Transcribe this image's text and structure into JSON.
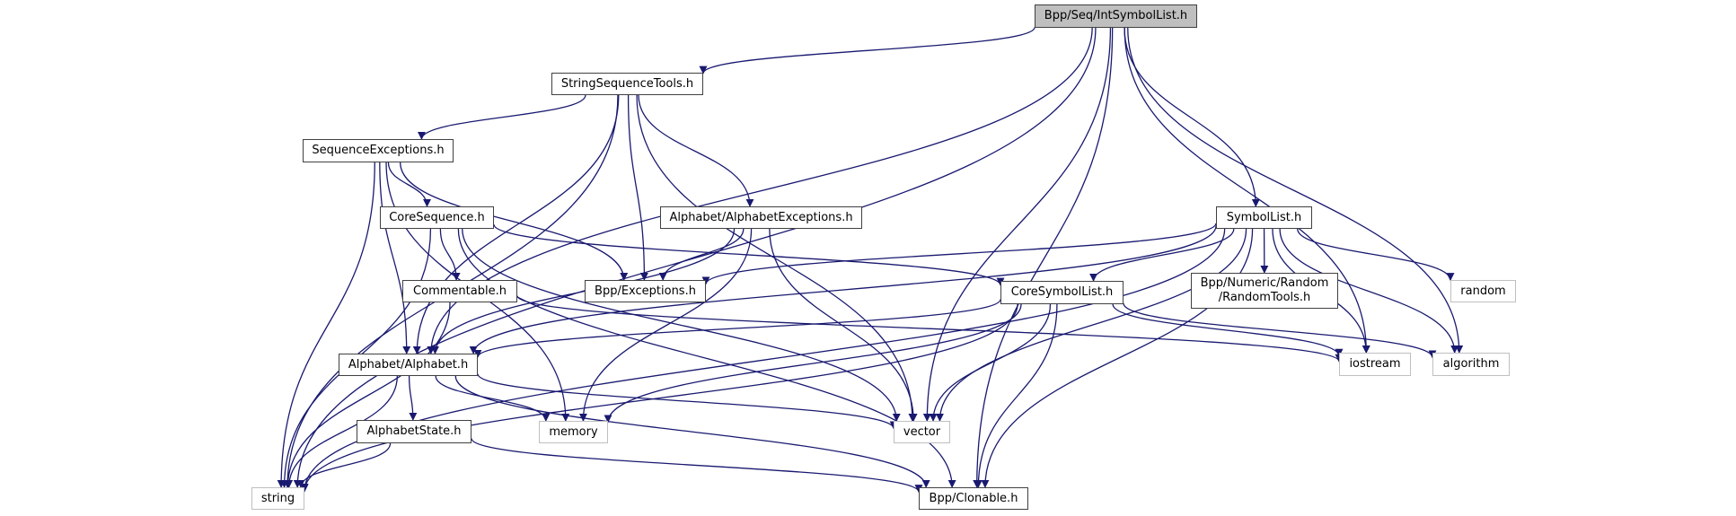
{
  "title": "Bpp/Seq/IntSymbolList.h",
  "colors": {
    "edge": "#191970",
    "root_fill": "#bfbfbf",
    "node_border": "#404040",
    "system_border": "#bfbfbf"
  },
  "nodes": [
    {
      "id": "root",
      "label": "Bpp/Seq/IntSymbolList.h",
      "kind": "root"
    },
    {
      "id": "sst",
      "label": "StringSequenceTools.h",
      "kind": "local"
    },
    {
      "id": "seqexc",
      "label": "SequenceExceptions.h",
      "kind": "local"
    },
    {
      "id": "coreseq",
      "label": "CoreSequence.h",
      "kind": "local"
    },
    {
      "id": "alphexc",
      "label": "Alphabet/AlphabetExceptions.h",
      "kind": "local"
    },
    {
      "id": "symlist",
      "label": "SymbolList.h",
      "kind": "local"
    },
    {
      "id": "comment",
      "label": "Commentable.h",
      "kind": "local"
    },
    {
      "id": "exc",
      "label": "Bpp/Exceptions.h",
      "kind": "local"
    },
    {
      "id": "coresym",
      "label": "CoreSymbolList.h",
      "kind": "local"
    },
    {
      "id": "randtools",
      "label": "Bpp/Numeric/Random\n/RandomTools.h",
      "kind": "local"
    },
    {
      "id": "random",
      "label": "random",
      "kind": "system"
    },
    {
      "id": "alpha",
      "label": "Alphabet/Alphabet.h",
      "kind": "local"
    },
    {
      "id": "iostream",
      "label": "iostream",
      "kind": "system"
    },
    {
      "id": "algorithm",
      "label": "algorithm",
      "kind": "system"
    },
    {
      "id": "alphstate",
      "label": "AlphabetState.h",
      "kind": "local"
    },
    {
      "id": "memory",
      "label": "memory",
      "kind": "system"
    },
    {
      "id": "vector",
      "label": "vector",
      "kind": "system"
    },
    {
      "id": "string",
      "label": "string",
      "kind": "system"
    },
    {
      "id": "clonable",
      "label": "Bpp/Clonable.h",
      "kind": "local"
    }
  ],
  "edges": [
    [
      "root",
      "string"
    ],
    [
      "root",
      "alpha"
    ],
    [
      "root",
      "sst"
    ],
    [
      "root",
      "vector"
    ],
    [
      "root",
      "symlist"
    ],
    [
      "root",
      "iostream"
    ],
    [
      "root",
      "algorithm"
    ],
    [
      "root",
      "clonable"
    ],
    [
      "sst",
      "seqexc"
    ],
    [
      "sst",
      "string"
    ],
    [
      "sst",
      "alpha"
    ],
    [
      "sst",
      "exc"
    ],
    [
      "sst",
      "alphexc"
    ],
    [
      "sst",
      "vector"
    ],
    [
      "seqexc",
      "coreseq"
    ],
    [
      "seqexc",
      "exc"
    ],
    [
      "seqexc",
      "string"
    ],
    [
      "seqexc",
      "alpha"
    ],
    [
      "seqexc",
      "memory"
    ],
    [
      "coreseq",
      "comment"
    ],
    [
      "coreseq",
      "coresym"
    ],
    [
      "coreseq",
      "string"
    ],
    [
      "coreseq",
      "vector"
    ],
    [
      "coreseq",
      "clonable"
    ],
    [
      "alphexc",
      "exc"
    ],
    [
      "alphexc",
      "alpha"
    ],
    [
      "alphexc",
      "memory"
    ],
    [
      "alphexc",
      "vector"
    ],
    [
      "symlist",
      "exc"
    ],
    [
      "symlist",
      "coresym"
    ],
    [
      "symlist",
      "randtools"
    ],
    [
      "symlist",
      "random"
    ],
    [
      "symlist",
      "alpha"
    ],
    [
      "symlist",
      "string"
    ],
    [
      "symlist",
      "vector"
    ],
    [
      "symlist",
      "iostream"
    ],
    [
      "symlist",
      "algorithm"
    ],
    [
      "symlist",
      "clonable"
    ],
    [
      "comment",
      "string"
    ],
    [
      "comment",
      "iostream"
    ],
    [
      "coresym",
      "alpha"
    ],
    [
      "coresym",
      "memory"
    ],
    [
      "coresym",
      "vector"
    ],
    [
      "coresym",
      "string"
    ],
    [
      "coresym",
      "clonable"
    ],
    [
      "coresym",
      "iostream"
    ],
    [
      "coresym",
      "algorithm"
    ],
    [
      "alpha",
      "alphstate"
    ],
    [
      "alpha",
      "string"
    ],
    [
      "alpha",
      "memory"
    ],
    [
      "alpha",
      "vector"
    ],
    [
      "alpha",
      "clonable"
    ],
    [
      "alphstate",
      "string"
    ],
    [
      "alphstate",
      "clonable"
    ]
  ]
}
